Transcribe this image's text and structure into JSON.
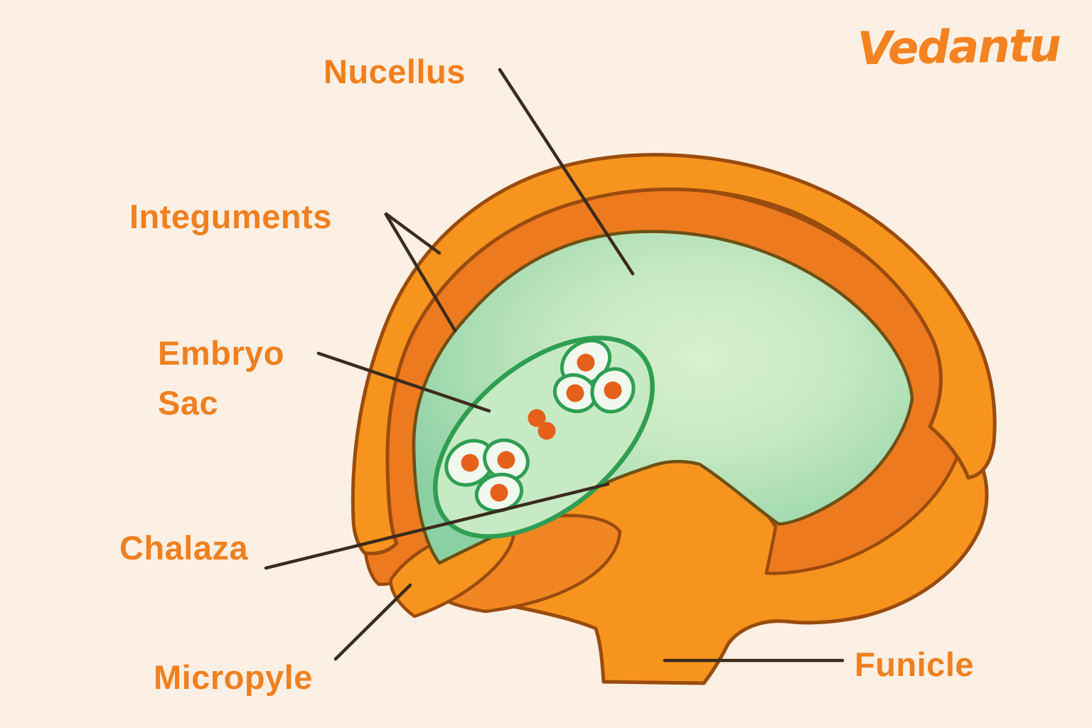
{
  "logo": {
    "text": "Vedantu",
    "color": "#F58220"
  },
  "labels": {
    "nucellus": "Nucellus",
    "integuments": "Integuments",
    "embryo_sac": "Embryo\nSac",
    "chalaza": "Chalaza",
    "micropyle": "Micropyle",
    "funicle": "Funicle"
  },
  "colors": {
    "background": "#FCEFE3",
    "label_text": "#F0801F",
    "outer_integument_fill": "#F7941E",
    "inner_integument_fill": "#EE7A1F",
    "funicle_fill": "#F7941E",
    "shape_outline": "#9A4B0E",
    "nucellus_center": "#D6EFCE",
    "nucellus_rim": "#8BD0A3",
    "nucellus_outline": "#6E5014",
    "embryo_sac_fill": "#C6EAC4",
    "embryo_sac_stroke": "#2F9E53",
    "cell_fill": "#F1F9EF",
    "nucleus_dot": "#E5601A",
    "annotation_line": "#3A2B1D"
  }
}
